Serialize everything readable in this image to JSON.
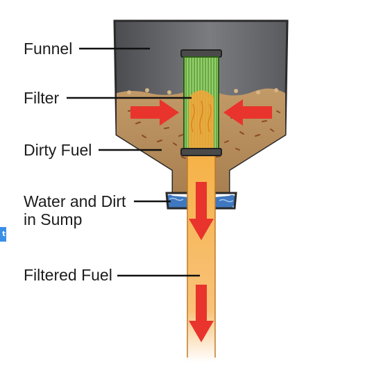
{
  "labels": {
    "funnel": "Funnel",
    "filter": "Filter",
    "dirty_fuel": "Dirty Fuel",
    "water_dirt_line1": "Water and Dirt",
    "water_dirt_line2": "in Sump",
    "filtered_fuel": "Filtered Fuel"
  },
  "edge_badge": "t",
  "colors": {
    "funnel_body": "#6d6e72",
    "dirty_fuel": "#b48b5a",
    "water": "#4a7fc0",
    "filter_mesh": "#7fbf4a",
    "arrow": "#e8342c",
    "filtered_fuel": "#f5a623"
  }
}
